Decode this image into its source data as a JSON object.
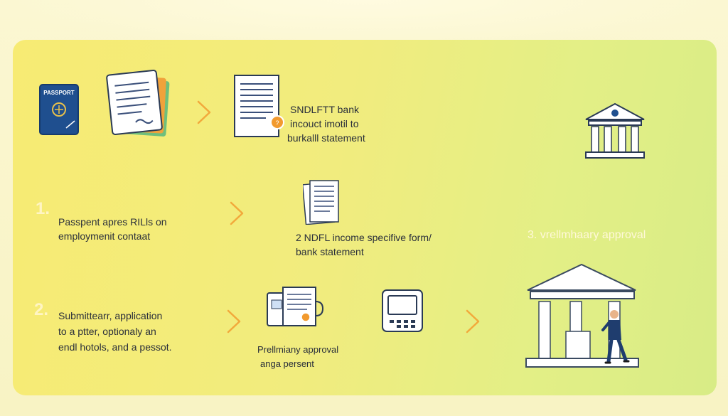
{
  "colors": {
    "panel_start": "#f7eb73",
    "panel_end": "#d8ec86",
    "chevron": "#f2a93b",
    "passport": "#1f4f8f",
    "ink": "#2a2f3a",
    "badge": "#f29a2e"
  },
  "icons": {
    "passport_label": "PASSPORT"
  },
  "row1": {
    "doc_text_line1": "SNDLFTT bank",
    "doc_text_line2": "incouct imotil to",
    "doc_text_line3": "burkalll statement"
  },
  "row2": {
    "number": "1.",
    "left_line1": "Passpent apres RILls on",
    "left_line2": "employmenit contaat",
    "middle_line1": "2 NDFL income specifive form/",
    "middle_line2": "bank statement",
    "right_label": "3. vrellmhaary approval"
  },
  "row3": {
    "number": "2.",
    "left_line1": "Submittearr, application",
    "left_line2": "to a ptter, optionaly an",
    "left_line3": "endl hotols, and a pessot.",
    "middle_line1": "Prellmiany approval",
    "middle_line2": "anga persent"
  }
}
